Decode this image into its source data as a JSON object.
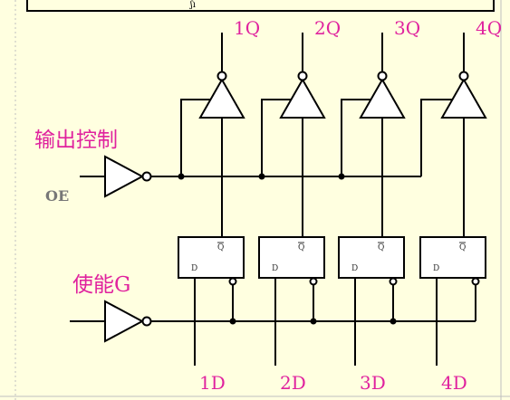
{
  "colors": {
    "background": "#ffffe0",
    "line": "#000000",
    "label": "#e0229e",
    "oe_label": "#777777",
    "gridlines": "#bfbfbf"
  },
  "labels": {
    "output_control": "输出控制",
    "oe": "OE",
    "enable": "使能G"
  },
  "outputs": [
    "1Q",
    "2Q",
    "3Q",
    "4Q"
  ],
  "inputs": [
    "1D",
    "2D",
    "3D",
    "4D"
  ],
  "latch": {
    "q_bar": "Q",
    "d": "D"
  }
}
